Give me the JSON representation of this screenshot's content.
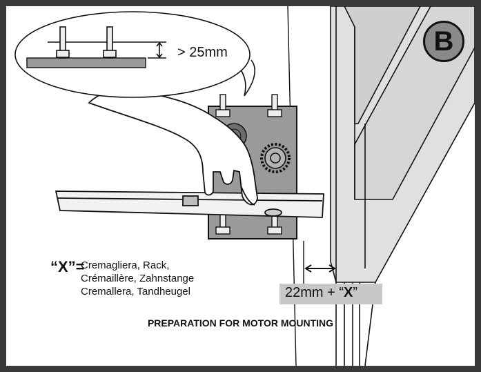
{
  "badge": {
    "letter": "B"
  },
  "callout": {
    "gap_label": "> 25mm"
  },
  "legend": {
    "symbol": "“X”=",
    "lines": [
      "Cremagliera, Rack,",
      "Crémaillère, Zahnstange",
      "Cremallera, Tandheugel"
    ]
  },
  "dimension": {
    "prefix": "22mm + “",
    "variable": "X",
    "suffix": "”"
  },
  "caption": "PREPARATION FOR MOTOR MOUNTING",
  "colors": {
    "plate": "#9a9a9a",
    "label_box": "#c8c8c8",
    "frame": "#3a3a3a",
    "line": "#111111"
  }
}
